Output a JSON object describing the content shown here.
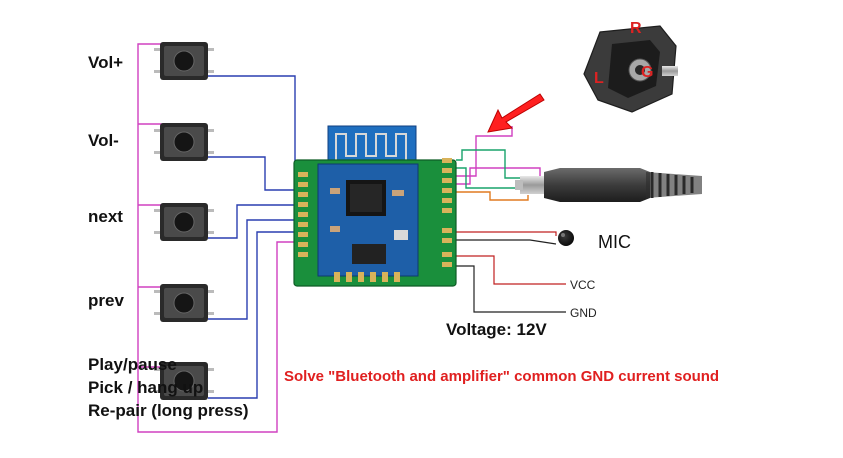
{
  "buttons": [
    {
      "label": "Vol+"
    },
    {
      "label": "Vol-"
    },
    {
      "label": "next"
    },
    {
      "label": "prev"
    }
  ],
  "play_button": {
    "lines": [
      "Play/pause",
      "Pick / hang up",
      "Re-pair (long press)"
    ]
  },
  "connections": {
    "mic": "MIC",
    "vcc": "VCC",
    "gnd": "GND",
    "voltage": "Voltage: 12V"
  },
  "note": "Solve \"Bluetooth and amplifier\" common GND current sound",
  "jack_pins": {
    "r": "R",
    "g": "G",
    "l": "L"
  },
  "colors": {
    "pcb": "#1a8f3c",
    "module": "#1e5fa8",
    "wire_magenta": "#d040c0",
    "wire_blue": "#2a3fb0",
    "wire_green": "#18a36b",
    "wire_orange": "#e07a20",
    "wire_red": "#c02020",
    "wire_black": "#222222",
    "note_red": "#e02020"
  }
}
